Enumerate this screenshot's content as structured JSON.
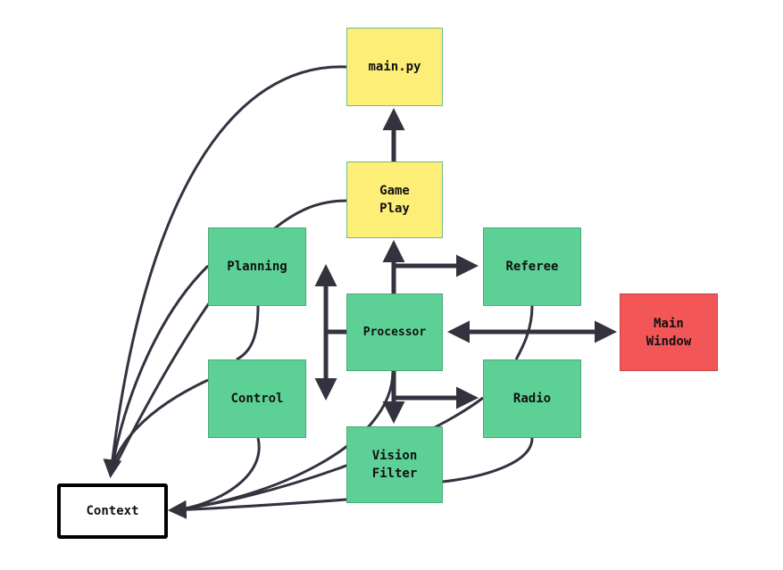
{
  "nodes": {
    "main_py": "main.py",
    "game_play": "Game\nPlay",
    "planning": "Planning",
    "referee": "Referee",
    "processor": "Processor",
    "main_window": "Main\nWindow",
    "control": "Control",
    "radio": "Radio",
    "vision_filter": "Vision\nFilter",
    "context": "Context"
  },
  "colors": {
    "yellow": "#fdee77",
    "green": "#5dd195",
    "red": "#f25657",
    "line": "#33323f"
  }
}
